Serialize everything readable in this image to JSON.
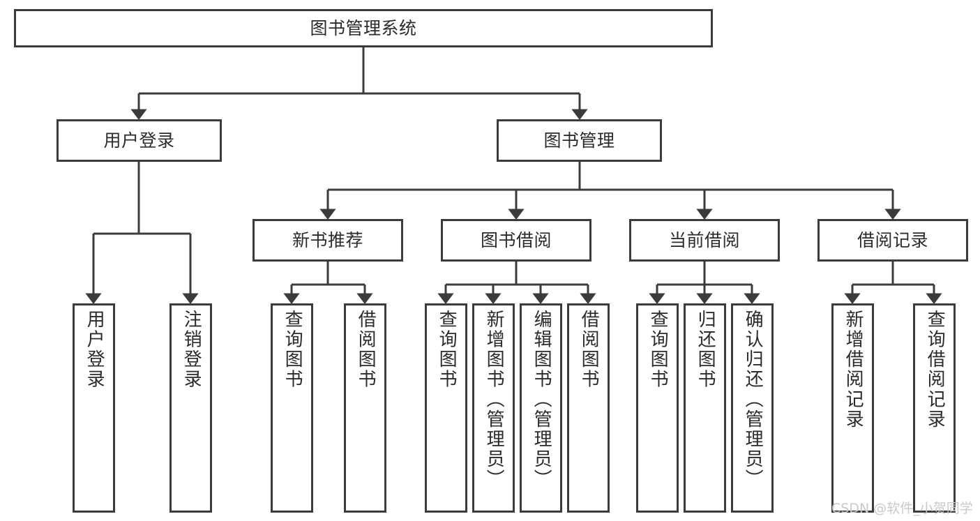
{
  "diagram": {
    "title": "图书管理系统",
    "type": "function-structure-tree",
    "watermark": "CSDN @软件_小贺同学",
    "colors": {
      "box_border": "#3b3b3b",
      "box_fill": "#ffffff",
      "edge": "#3b3b3b",
      "text": "#2b2b2b",
      "background": "#ffffff",
      "watermark": "#c9c9c9"
    },
    "levels": {
      "root": {
        "label": "图书管理系统"
      },
      "level2": [
        {
          "label": "用户登录"
        },
        {
          "label": "图书管理"
        }
      ],
      "level3": [
        {
          "label": "新书推荐"
        },
        {
          "label": "图书借阅"
        },
        {
          "label": "当前借阅"
        },
        {
          "label": "借阅记录"
        }
      ],
      "leaves": {
        "user_login": [
          {
            "label": "用户登录"
          },
          {
            "label": "注销登录"
          }
        ],
        "new_book_recommend": [
          {
            "label": "查询图书"
          },
          {
            "label": "借阅图书"
          }
        ],
        "book_borrow": [
          {
            "label": "查询图书"
          },
          {
            "label": "新增图书（管理员）"
          },
          {
            "label": "编辑图书（管理员）"
          },
          {
            "label": "借阅图书"
          }
        ],
        "current_borrow": [
          {
            "label": "查询图书"
          },
          {
            "label": "归还图书"
          },
          {
            "label": "确认归还（管理员）"
          }
        ],
        "borrow_record": [
          {
            "label": "新增借阅记录"
          },
          {
            "label": "查询借阅记录"
          }
        ]
      }
    }
  }
}
